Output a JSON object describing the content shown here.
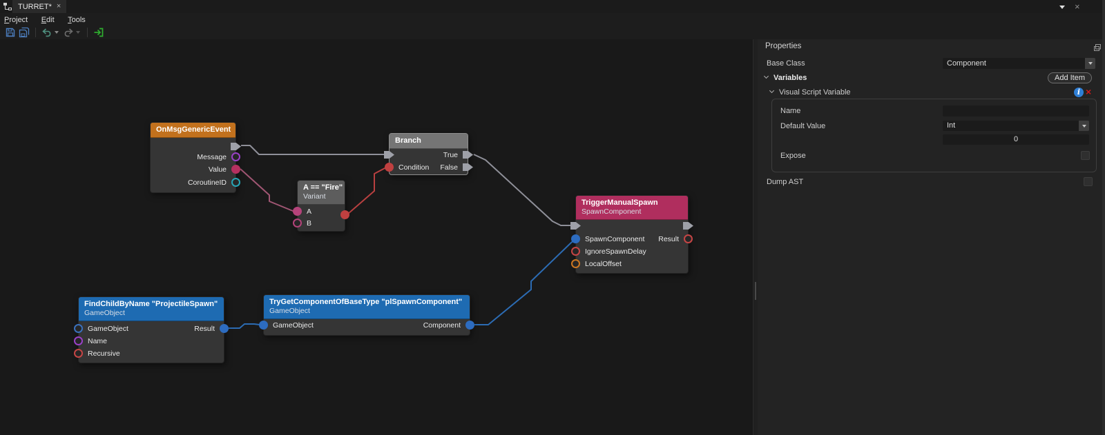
{
  "window": {
    "tab_bar": {
      "active_tab": {
        "title": "TURRET*",
        "close_icon": "×"
      },
      "right_close_icon": "×"
    },
    "menu_items": [
      "Project",
      "Edit",
      "Tools"
    ],
    "toolbar_icons": [
      "save-icon",
      "save-all-icon",
      "undo-icon",
      "redo-icon",
      "run-export-icon"
    ]
  },
  "graph": {
    "wire_colors": {
      "exec": "#8f9099",
      "red": "#b94040",
      "rose": "#a05673",
      "blue": "#2c6cb4"
    },
    "nodes": [
      {
        "title": "OnMsgGenericEvent",
        "header_color": "#c2711d",
        "outputs": [
          {
            "label": "Message",
            "color": "#9a41c8"
          },
          {
            "label": "Value",
            "color": "#b53060"
          },
          {
            "label": "CoroutineID",
            "color": "#27a5b5"
          }
        ]
      },
      {
        "title": "Branch",
        "header_color": "#757575",
        "inputs": [
          {
            "label": "Condition",
            "color": "#c04040"
          }
        ],
        "outputs": [
          {
            "label": "True"
          },
          {
            "label": "False"
          }
        ]
      },
      {
        "title": "A == \"Fire\"",
        "subtitle": "Variant",
        "header_color": "#5d5d5d",
        "inputs": [
          {
            "label": "A",
            "color": "#b5437a"
          },
          {
            "label": "B",
            "color": "#b5437a"
          }
        ],
        "outputs": [
          {
            "label": "",
            "color": "#c04040"
          }
        ]
      },
      {
        "title": "TriggerManualSpawn",
        "subtitle": "SpawnComponent",
        "header_color": "#b02e5e",
        "inputs": [
          {
            "label": "SpawnComponent",
            "color": "#2d6cc0"
          },
          {
            "label": "IgnoreSpawnDelay",
            "color": "#c64545"
          },
          {
            "label": "LocalOffset",
            "color": "#cc7722"
          }
        ],
        "outputs": [
          {
            "label": "Result",
            "color": "#c64545"
          }
        ]
      },
      {
        "title": "FindChildByName \"ProjectileSpawn\"",
        "subtitle": "GameObject",
        "header_color": "#1e6bb2",
        "inputs": [
          {
            "label": "GameObject",
            "color": "#3a71bd"
          },
          {
            "label": "Name",
            "color": "#9a41c8"
          },
          {
            "label": "Recursive",
            "color": "#c64545"
          }
        ],
        "outputs": [
          {
            "label": "Result",
            "color": "#2d6cc0"
          }
        ]
      },
      {
        "title": "TryGetComponentOfBaseType \"plSpawnComponent\"",
        "subtitle": "GameObject",
        "header_color": "#1e6bb2",
        "inputs": [
          {
            "label": "GameObject",
            "color": "#2d6cc0"
          }
        ],
        "outputs": [
          {
            "label": "Component",
            "color": "#2d6cc0"
          }
        ]
      }
    ]
  },
  "properties": {
    "title": "Properties",
    "base_class": {
      "label": "Base Class",
      "value": "Component"
    },
    "variables": {
      "label": "Variables",
      "add_button": "Add Item",
      "item": {
        "label": "Visual Script Variable",
        "info_icon": "i",
        "delete_icon": "×",
        "fields": {
          "name_label": "Name",
          "name_value": "",
          "default_value_label": "Default Value",
          "type_value": "Int",
          "value": "0",
          "expose_label": "Expose",
          "expose_checked": false
        }
      }
    },
    "dump_ast": {
      "label": "Dump AST",
      "checked": false
    }
  }
}
